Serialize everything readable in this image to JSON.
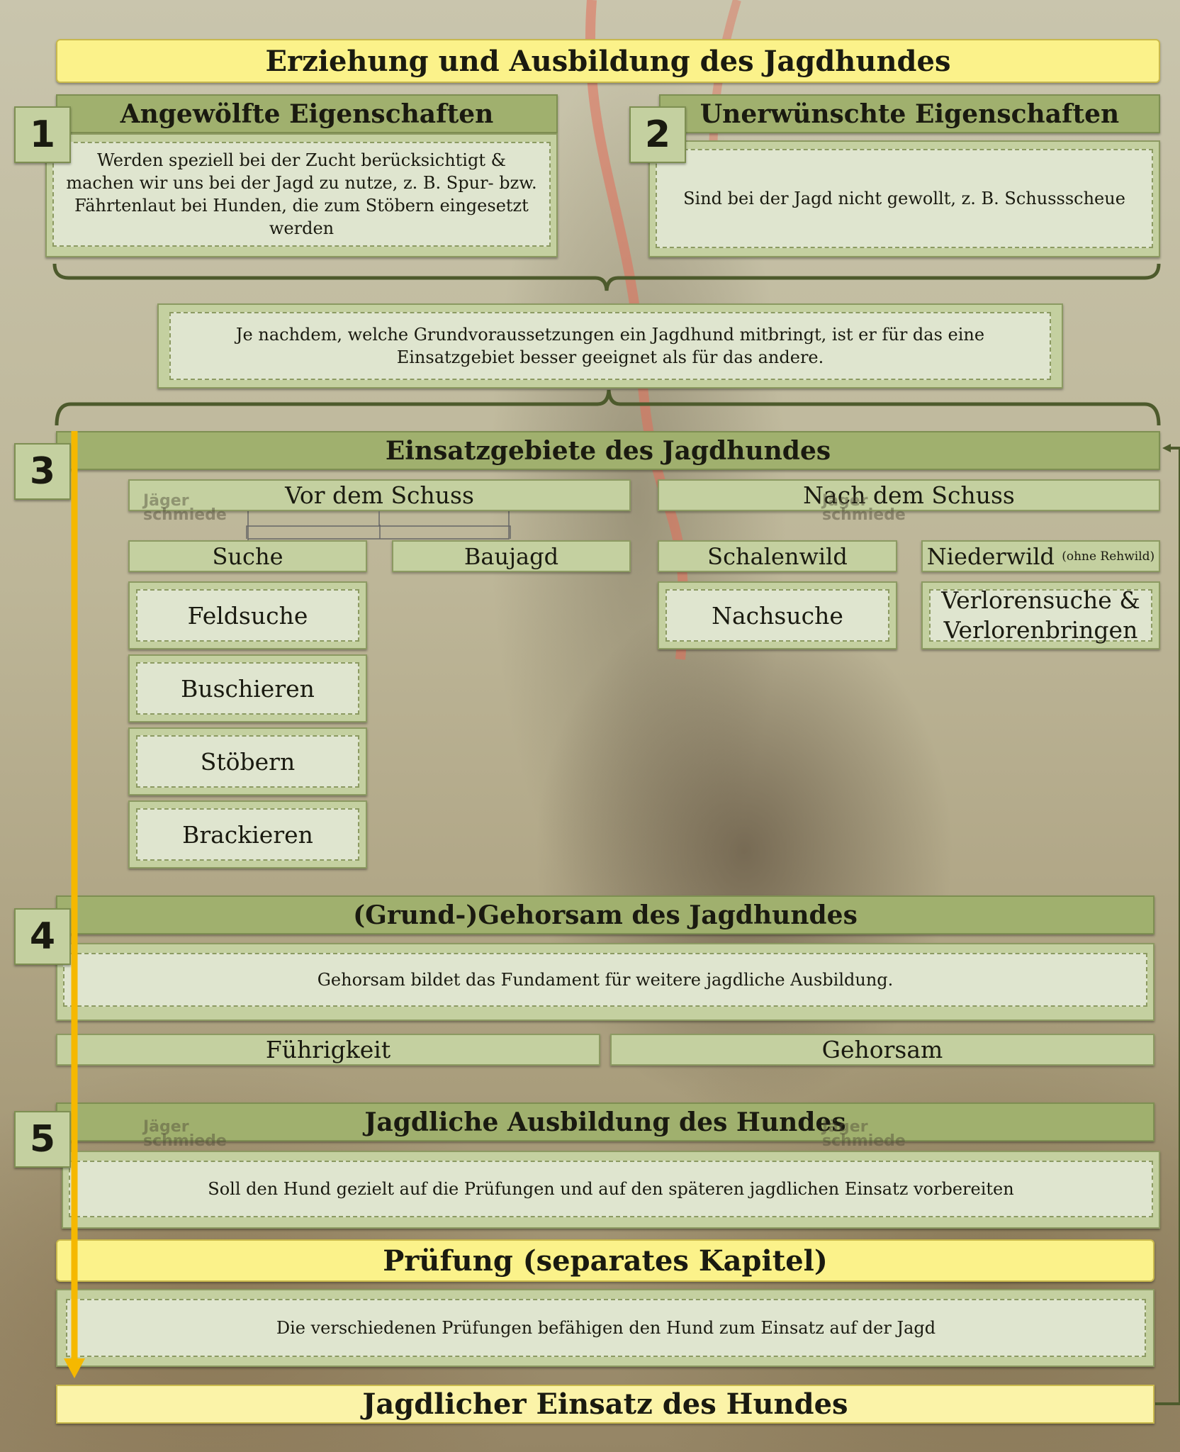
{
  "title": "Erziehung und Ausbildung des Jagdhundes",
  "sections": {
    "s1": {
      "num": "1",
      "title": "Angewölfte Eigenschaften",
      "text": "Werden speziell bei der Zucht berücksichtigt & machen wir uns bei der Jagd zu nutze, z. B. Spur- bzw. Fährtenlaut bei Hunden, die zum Stöbern eingesetzt werden"
    },
    "s2": {
      "num": "2",
      "title": "Unerwünschte Eigenschaften",
      "text": "Sind bei der Jagd nicht gewollt, z. B. Schussscheue"
    },
    "merge_text": "Je nachdem, welche Grundvoraussetzungen ein Jagdhund mitbringt, ist er für das eine Einsatzgebiet besser geeignet als für das andere.",
    "s3": {
      "num": "3",
      "title": "Einsatzgebiete des Jagdhundes",
      "vor": "Vor dem Schuss",
      "nach": "Nach dem Schuss",
      "suche": "Suche",
      "baujagd": "Baujagd",
      "schalenwild": "Schalenwild",
      "niederwild": "Niederwild",
      "niederwild_note": "(ohne Rehwild)",
      "suche_items": [
        "Feldsuche",
        "Buschieren",
        "Stöbern",
        "Brackieren"
      ],
      "nachsuche": "Nachsuche",
      "verloren_1": "Verlorensuche &",
      "verloren_2": "Verlorenbringen"
    },
    "s4": {
      "num": "4",
      "title": "(Grund-)Gehorsam des Jagdhundes",
      "text": "Gehorsam bildet das Fundament für weitere jagdliche Ausbildung.",
      "left": "Führigkeit",
      "right": "Gehorsam"
    },
    "s5": {
      "num": "5",
      "title": "Jagdliche Ausbildung des Hundes",
      "text": "Soll den Hund gezielt auf die Prüfungen und auf den späteren jagdlichen Einsatz vorbereiten"
    },
    "pruefung": {
      "title": "Prüfung (separates Kapitel)",
      "text": "Die verschiedenen Prüfungen befähigen den Hund zum Einsatz auf der Jagd"
    },
    "einsatz": "Jagdlicher Einsatz des Hundes"
  },
  "watermark": {
    "line1": "Jäger",
    "line2": "schmiede"
  },
  "colors": {
    "header_green": "#a0b06e",
    "panel_green": "#c4d0a0",
    "inner": "#dfe5cf",
    "yellow": "#fbf28a",
    "arrow_orange": "#f5b800",
    "bracket": "#4d5a2c"
  }
}
